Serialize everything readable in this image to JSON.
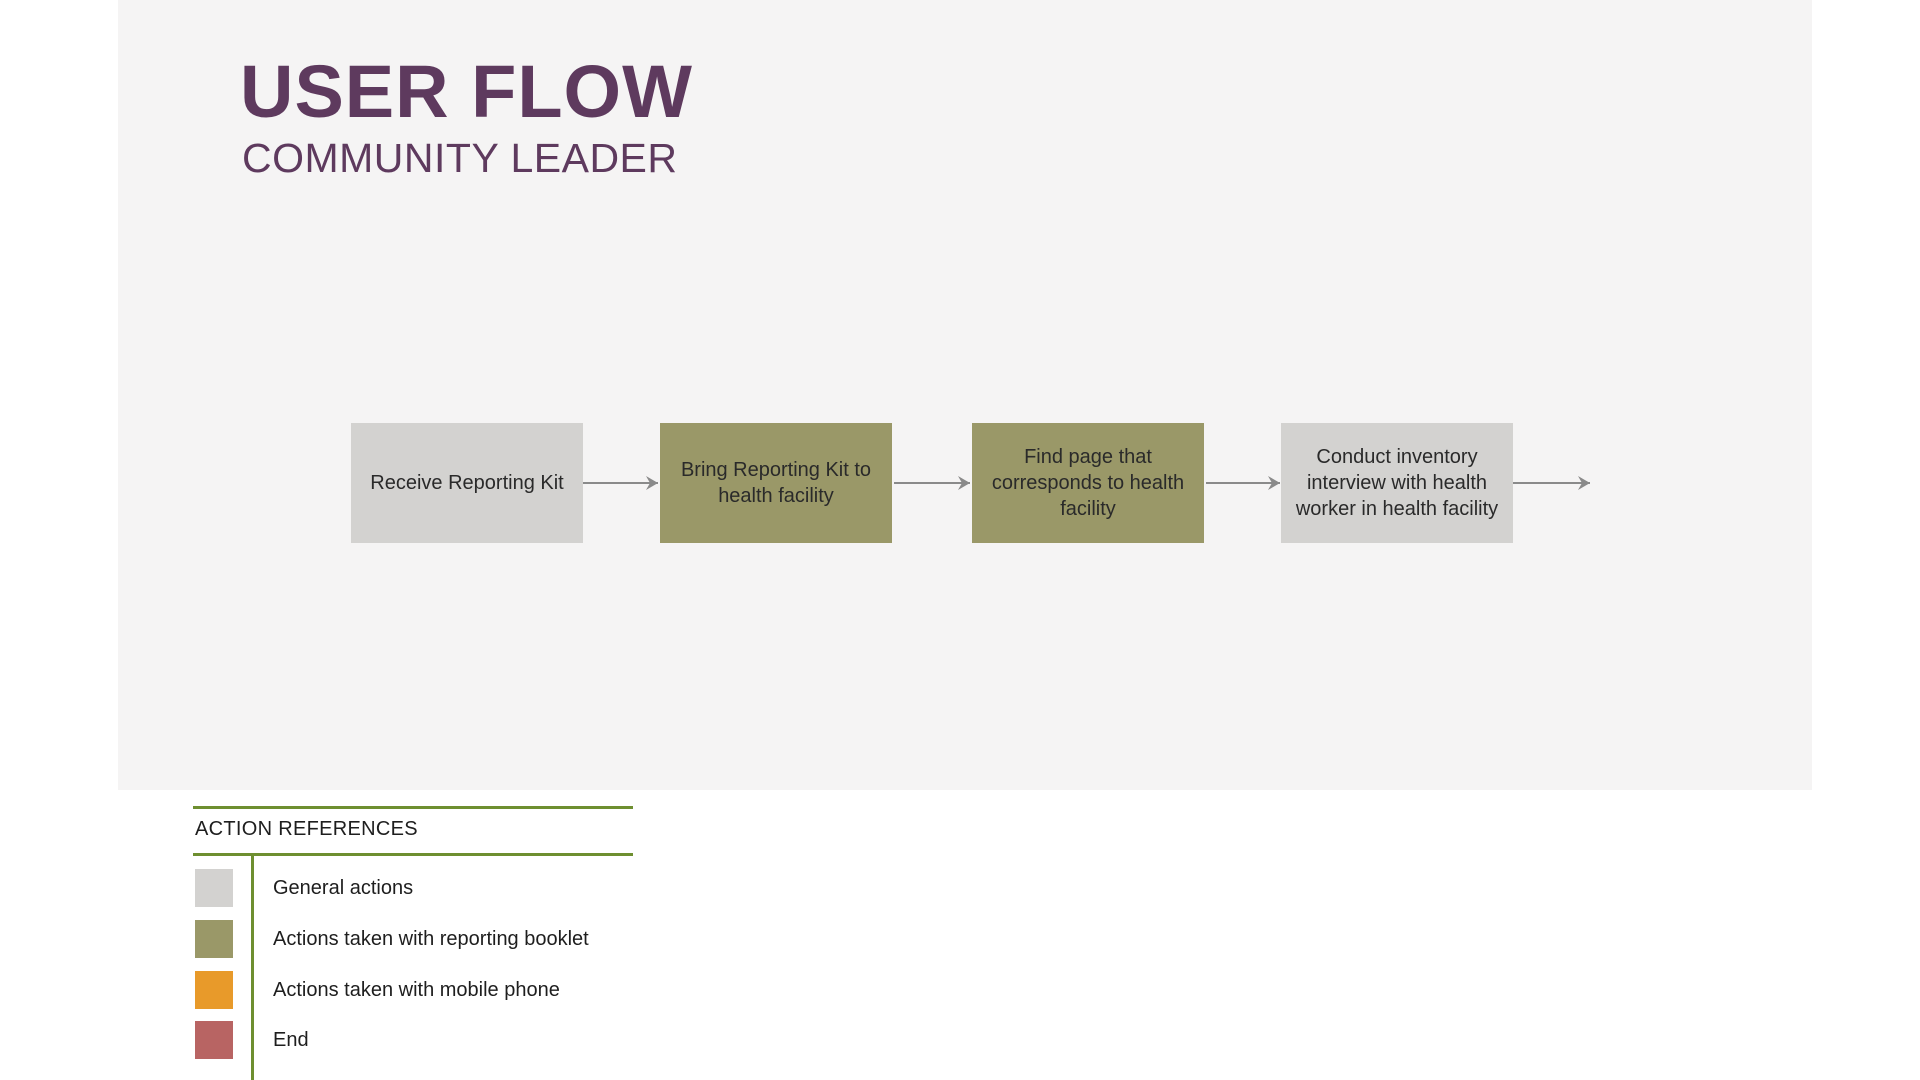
{
  "title": "USER FLOW",
  "subtitle": "COMMUNITY LEADER",
  "flow": {
    "steps": [
      {
        "label": "Receive Reporting Kit",
        "kind": "general"
      },
      {
        "label": "Bring Reporting Kit to health facility",
        "kind": "booklet"
      },
      {
        "label": "Find page that corresponds to health facility",
        "kind": "booklet"
      },
      {
        "label": "Conduct inventory interview with health worker in health facility",
        "kind": "general"
      }
    ]
  },
  "legend": {
    "title": "ACTION REFERENCES",
    "items": [
      {
        "label": "General actions",
        "color": "#d3d2d0"
      },
      {
        "label": "Actions taken with reporting booklet",
        "color": "#9a9868"
      },
      {
        "label": "Actions taken with mobile phone",
        "color": "#e89a2a"
      },
      {
        "label": "End",
        "color": "#b86463"
      }
    ]
  },
  "colors": {
    "title": "#5e3a5e",
    "general": "#d3d2d0",
    "booklet": "#9a9868",
    "rule": "#6e8f30",
    "arrow": "#8a8a8a"
  }
}
